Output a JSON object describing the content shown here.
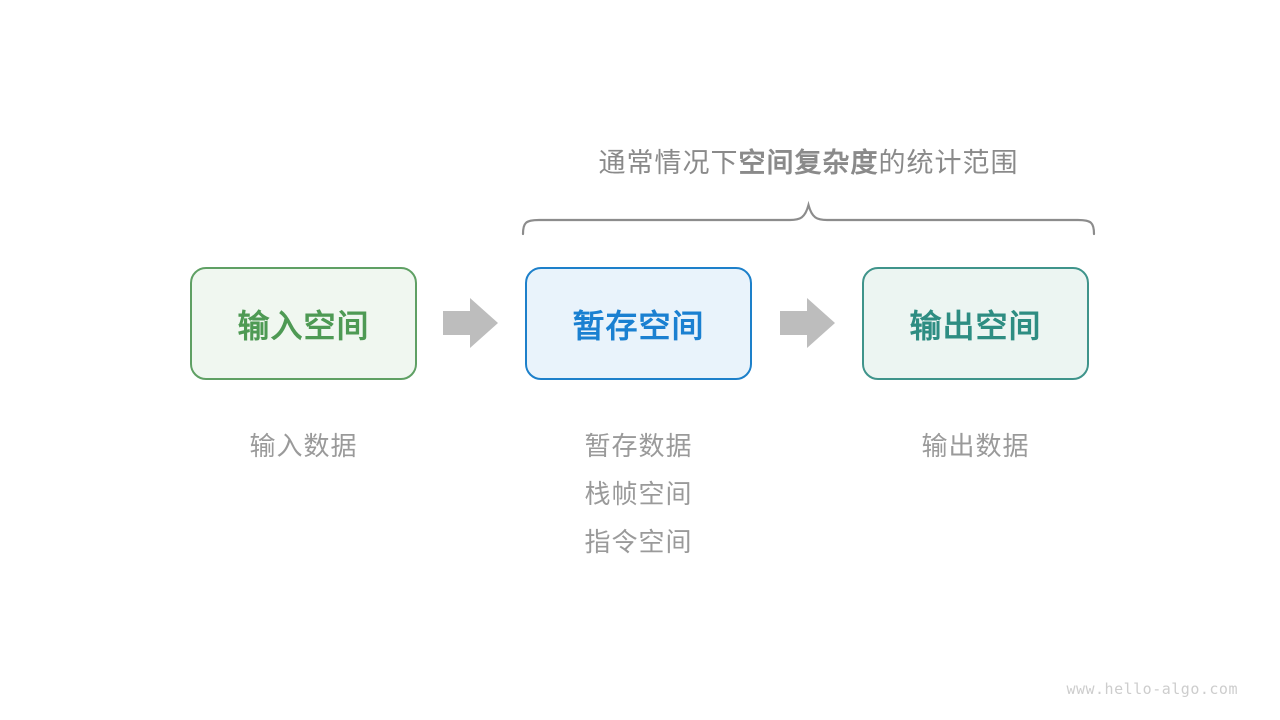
{
  "title": {
    "prefix": "通常情况下",
    "bold": "空间复杂度",
    "suffix": "的统计范围"
  },
  "boxes": [
    {
      "id": "input-space",
      "label": "输入空间",
      "text_color": "#4e9a54",
      "border_color": "#5fa064",
      "bg_color": "#f0f7f0",
      "sublabels": [
        "输入数据"
      ]
    },
    {
      "id": "temp-space",
      "label": "暂存空间",
      "text_color": "#1a80d1",
      "border_color": "#1d80ca",
      "bg_color": "#e9f3fb",
      "sublabels": [
        "暂存数据",
        "栈帧空间",
        "指令空间"
      ]
    },
    {
      "id": "output-space",
      "label": "输出空间",
      "text_color": "#2e8d82",
      "border_color": "#3f948b",
      "bg_color": "#ecf5f2",
      "sublabels": [
        "输出数据"
      ]
    }
  ],
  "colors": {
    "title": "#8a8a8a",
    "brace": "#8c8c8c",
    "arrow": "#bdbdbd",
    "sublabel": "#9a9a9a",
    "watermark": "#cdcdcd"
  },
  "watermark": "www.hello-algo.com"
}
